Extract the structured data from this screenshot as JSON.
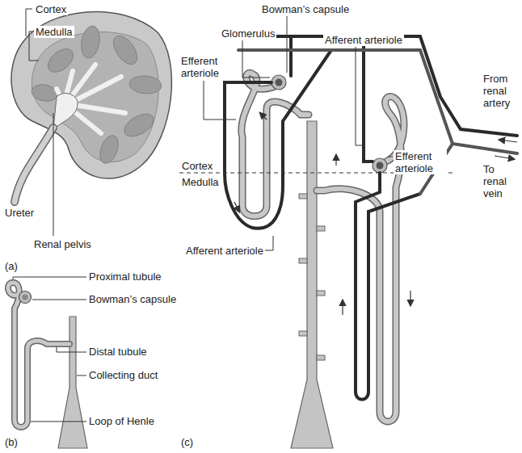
{
  "diagram": {
    "labels": [
      "Cortex",
      "Medulla",
      "Ureter",
      "Renal pelvis",
      "(a)",
      "Proximal tubule",
      "Bowman’s capsule",
      "Distal tubule",
      "Collecting duct",
      "Loop of Henle",
      "(b)",
      "Bowman’s capsule",
      "Glomerulus",
      "Efferent arteriole",
      "Afferent arteriole",
      "From renal artery",
      "Efferent arteriole",
      "To renal vein",
      "Cortex",
      "Medulla",
      "Afferent arteriole",
      "(c)"
    ]
  }
}
